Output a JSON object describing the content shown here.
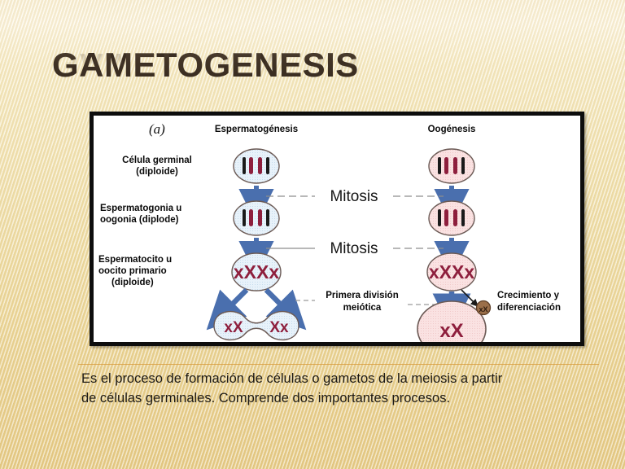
{
  "slide": {
    "title": "GAMETOGENESIS",
    "background_top_color": "#fbf4dd",
    "background_bottom_color": "#e6cb86",
    "accent_rule_color": "#d79a3a"
  },
  "caption": {
    "line1": "Es el proceso de formación de células o  gametos de la meiosis a partir",
    "line2": "de células  germinales. Comprende  dos importantes  procesos."
  },
  "figure": {
    "panel_label": "(a)",
    "border_color": "#0d0d0d",
    "background_color": "#ffffff",
    "columns": {
      "left_header": "Espermatogénesis",
      "right_header": "Oogénesis"
    },
    "stage_labels": [
      {
        "line1": "Célula germinal",
        "line2": "(diploide)",
        "line3": ""
      },
      {
        "line1": "Espermatogonia u",
        "line2": "oogonia (diplode)",
        "line3": ""
      },
      {
        "line1": "Espermatocito u",
        "line2": "oocito primario",
        "line3": "(diploide)"
      }
    ],
    "process_labels": {
      "mitosis_1": "Mitosis",
      "mitosis_2": "Mitosis",
      "meiosis_line1": "Primera división",
      "meiosis_line2": "meiótica",
      "growth_line1": "Crecimiento y",
      "growth_line2": "diferenciación"
    },
    "cell_chromosomes": {
      "germ_cell": "||||",
      "gonia_cell": "||||",
      "primary_cell": "xXXx",
      "secondary_left": "xX",
      "secondary_right": "Xx",
      "oocyte": "xX"
    },
    "colors": {
      "sperm_cell_fill": "#e8f2fa",
      "egg_cell_fill": "#fae2e2",
      "cell_outline": "#6b5a55",
      "arrow_blue": "#4a6fae",
      "chromosome_red": "#8e1f3d",
      "chromosome_dark": "#1a1a1a",
      "polar_body_fill": "#9b6f4a"
    }
  }
}
